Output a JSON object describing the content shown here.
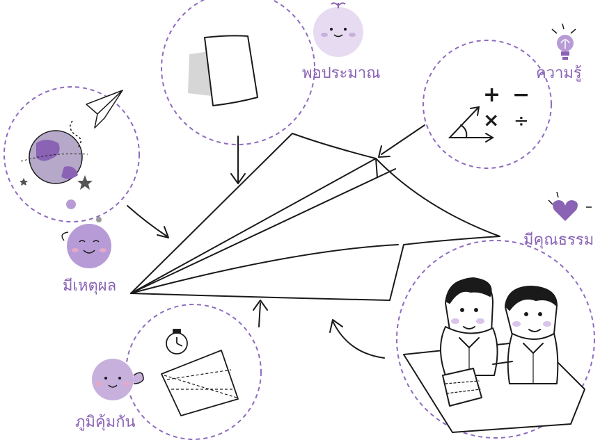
{
  "labels": {
    "sufficiency": "พอประมาณ",
    "knowledge": "ความรู้",
    "morality": "มีคุณธรรม",
    "reasonableness": "มีเหตุผล",
    "immunity": "ภูมิคุ้มกัน"
  },
  "math_symbols": {
    "plus": "+",
    "minus": "−",
    "times": "×",
    "divide": "÷"
  },
  "colors": {
    "accent_purple": "#8a63b5",
    "light_purple": "#c8b0dd",
    "pale_purple": "#e6dbf1",
    "dashed_circle": "#8e6bbf",
    "ink": "#1a1a1a"
  }
}
